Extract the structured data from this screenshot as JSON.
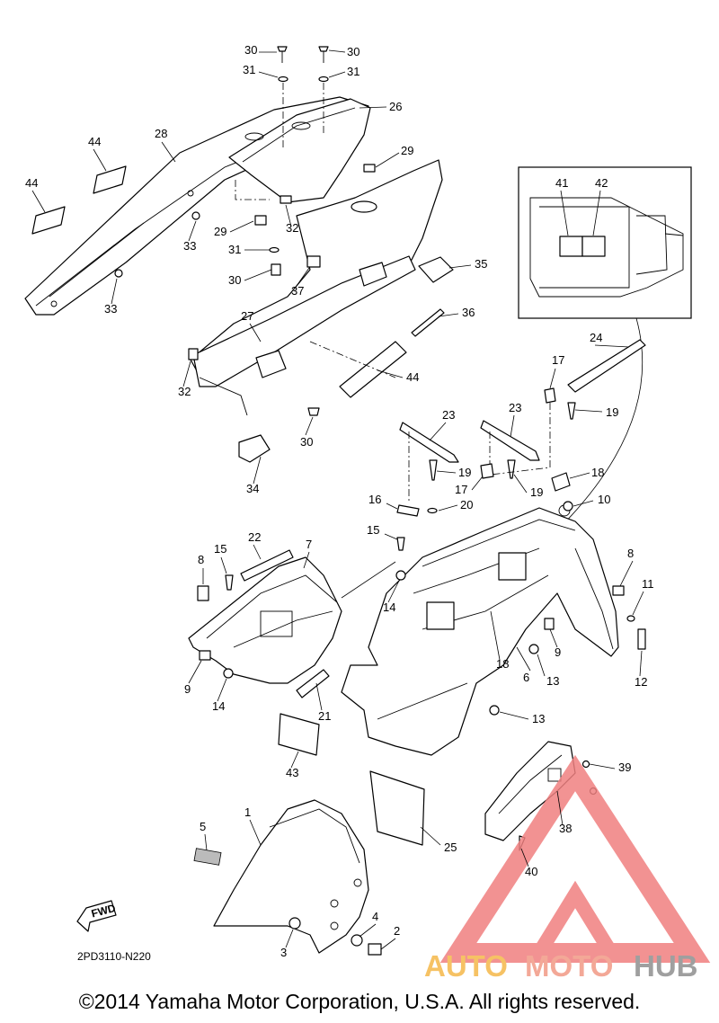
{
  "diagram": {
    "part_numbers": [
      "1",
      "2",
      "3",
      "4",
      "5",
      "6",
      "7",
      "8",
      "8",
      "9",
      "9",
      "10",
      "11",
      "12",
      "13",
      "13",
      "14",
      "14",
      "15",
      "15",
      "16",
      "17",
      "17",
      "18",
      "18",
      "19",
      "19",
      "19",
      "20",
      "21",
      "22",
      "23",
      "23",
      "24",
      "25",
      "26",
      "27",
      "28",
      "29",
      "29",
      "30",
      "30",
      "30",
      "30",
      "31",
      "31",
      "31",
      "32",
      "32",
      "33",
      "33",
      "34",
      "35",
      "36",
      "37",
      "38",
      "39",
      "40",
      "41",
      "42",
      "43",
      "44",
      "44",
      "44"
    ],
    "diagram_code": "2PD3110-N220",
    "fwd_label": "FWD"
  },
  "footer": {
    "copyright": "©2014 Yamaha Motor Corporation, U.S.A. All rights reserved."
  },
  "watermark": {
    "word_auto": "AUTO",
    "word_moto": "MOTO",
    "word_hub": "HUB",
    "colors": {
      "auto": "#f5b84a",
      "moto": "#f29a86",
      "hub": "#8f8f8f",
      "triangle": "#f08080"
    }
  }
}
